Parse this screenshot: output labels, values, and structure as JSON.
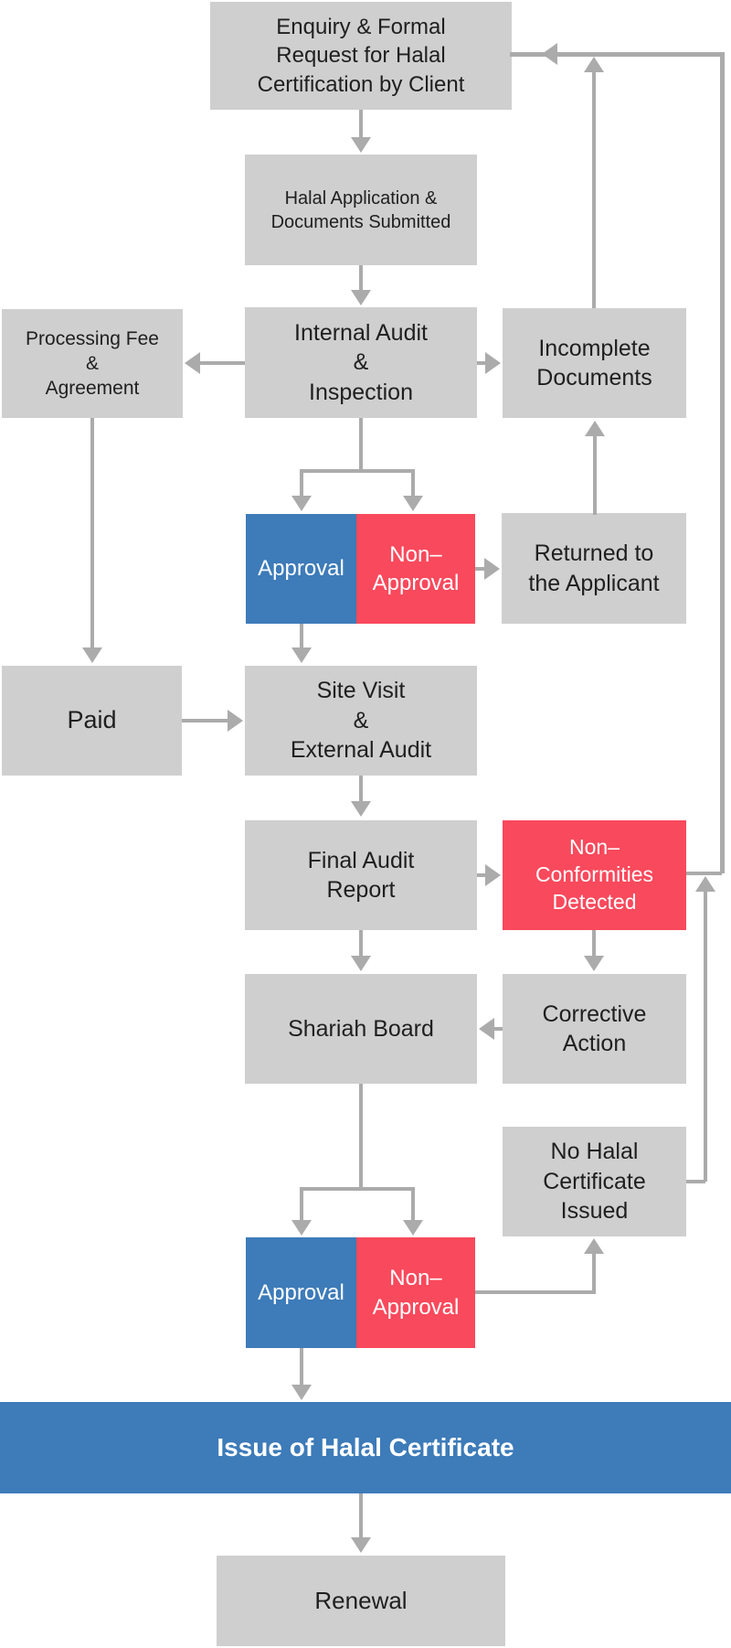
{
  "title": "Halal Certification Process Flowchart",
  "colors": {
    "box_gray": "#cfcfcf",
    "accent_blue": "#3d7bb9",
    "accent_red": "#f9495c",
    "connector": "#ababab",
    "text_dark": "#1f1f1f",
    "text_light": "#ffffff"
  },
  "nodes": {
    "enquiry": {
      "label": "Enquiry & Formal\nRequest for Halal\nCertification by Client"
    },
    "application": {
      "label": "Halal Application &\nDocuments Submitted"
    },
    "internal_audit": {
      "label": "Internal Audit\n&\nInspection"
    },
    "processing_fee": {
      "label": "Processing Fee\n&\nAgreement"
    },
    "incomplete_documents": {
      "label": "Incomplete\nDocuments"
    },
    "approval_1": {
      "label": "Approval"
    },
    "non_approval_1": {
      "label": "Non–\nApproval"
    },
    "returned_to_applicant": {
      "label": "Returned to\nthe Applicant"
    },
    "paid": {
      "label": "Paid"
    },
    "site_visit": {
      "label": "Site Visit\n&\nExternal Audit"
    },
    "final_audit_report": {
      "label": "Final Audit\nReport"
    },
    "non_conformities": {
      "label": "Non–\nConformities\nDetected"
    },
    "shariah_board": {
      "label": "Shariah Board"
    },
    "corrective_action": {
      "label": "Corrective\nAction"
    },
    "no_halal_certificate": {
      "label": "No Halal\nCertificate\nIssued"
    },
    "approval_2": {
      "label": "Approval"
    },
    "non_approval_2": {
      "label": "Non–\nApproval"
    },
    "issue_certificate": {
      "label": "Issue of Halal Certificate"
    },
    "renewal": {
      "label": "Renewal"
    }
  }
}
